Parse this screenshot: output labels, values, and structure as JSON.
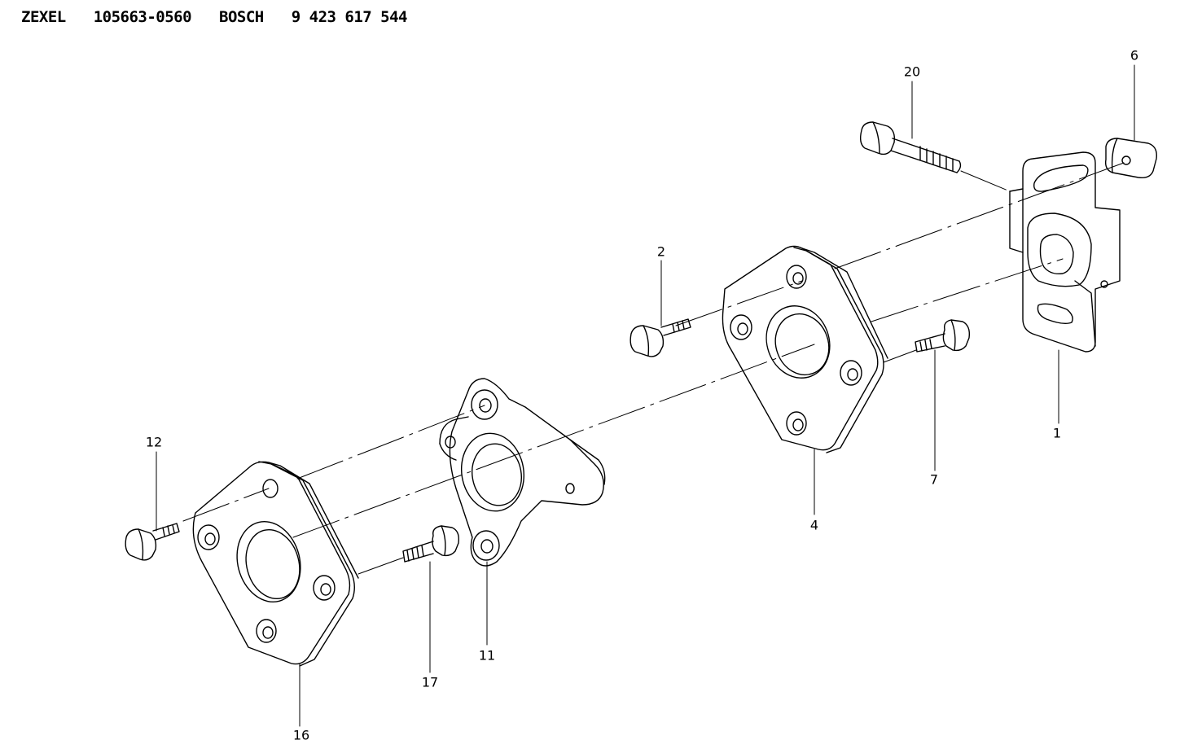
{
  "header": {
    "brand_a": "ZEXEL",
    "part_a": "105663-0560",
    "brand_b": "BOSCH",
    "part_b": "9 423 617 544"
  },
  "callouts": {
    "p1": "1",
    "p2": "2",
    "p4": "4",
    "p6": "6",
    "p7": "7",
    "p11": "11",
    "p12": "12",
    "p16": "16",
    "p17": "17",
    "p20": "20"
  }
}
